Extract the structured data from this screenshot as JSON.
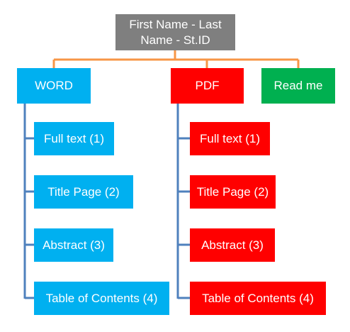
{
  "colors": {
    "gray": "#7f7f7f",
    "blue": "#00b0f0",
    "red": "#ff0000",
    "green": "#00b050",
    "connector_top": "#f79646",
    "connector_branch": "#4f81bd"
  },
  "root": {
    "label": "First Name - Last Name - St.ID"
  },
  "branches": {
    "word": {
      "label": "WORD",
      "items": [
        "Full text (1)",
        "Title Page (2)",
        "Abstract (3)",
        "Table of Contents (4)"
      ]
    },
    "pdf": {
      "label": "PDF",
      "items": [
        "Full text (1)",
        "Title Page (2)",
        "Abstract (3)",
        "Table of Contents (4)"
      ]
    },
    "readme": {
      "label": "Read me"
    }
  }
}
